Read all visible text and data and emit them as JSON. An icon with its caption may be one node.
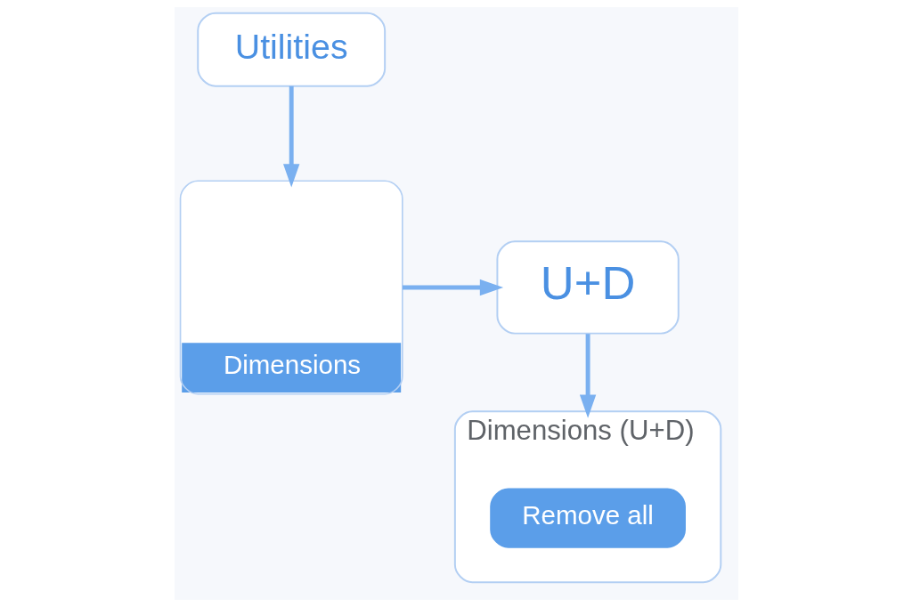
{
  "diagram": {
    "nodes": [
      {
        "text": [
          "Utilities"
        ]
      },
      {
        "text": [
          "Dimensions"
        ]
      },
      {
        "text": [
          "U+D"
        ]
      },
      {
        "text": [
          "Dimensions (U+D)"
        ]
      },
      {
        "text": [
          "Remove all"
        ],
        "in": 3
      }
    ],
    "edges": [
      {
        "from": 0,
        "to": 1,
        "arrow": "to"
      },
      {
        "from": 1,
        "to": 2,
        "arrow": "to"
      },
      {
        "from": 2,
        "to": 3,
        "arrow": "to"
      }
    ]
  }
}
